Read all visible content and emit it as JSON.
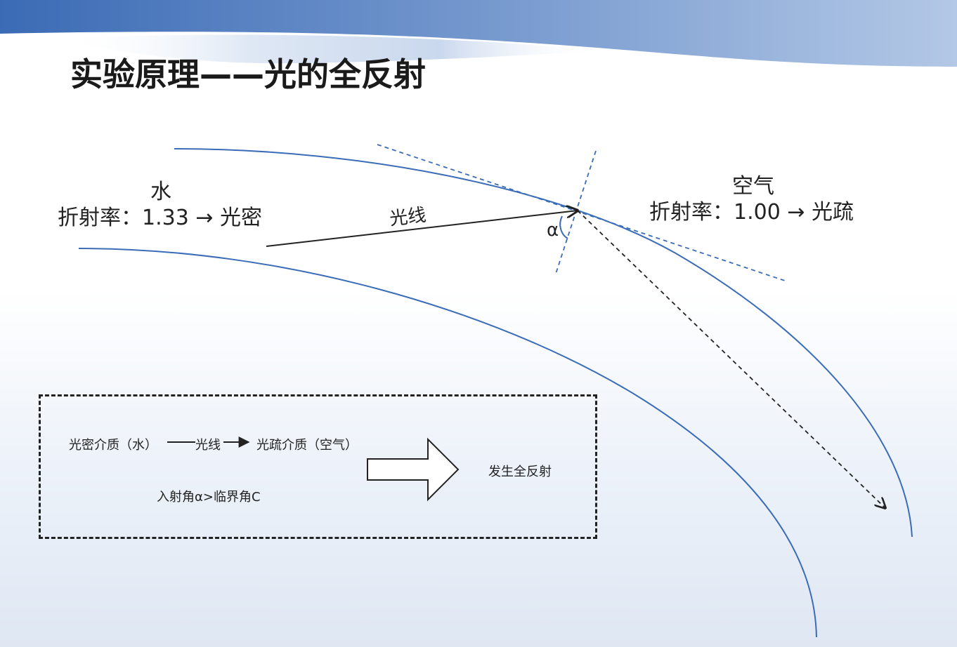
{
  "title": "实验原理——光的全反射",
  "diagram": {
    "water": {
      "name": "水",
      "index_text": "折射率：1.33 → 光密"
    },
    "air": {
      "name": "空气",
      "index_text": "折射率：1.00 → 光疏"
    },
    "ray_label": "光线",
    "angle_label": "α"
  },
  "summary": {
    "dense_medium": "光密介质（水）",
    "ray_label": "光线",
    "sparse_medium": "光疏介质（空气）",
    "condition": "入射角α>临界角C",
    "result": "发生全反射"
  },
  "colors": {
    "curve": "#3a6cb8",
    "dashed_blue": "#3a6cb8",
    "ray": "#222222",
    "header_band_dark": "#3b6bb5",
    "header_band_light": "#a9c0e0"
  }
}
